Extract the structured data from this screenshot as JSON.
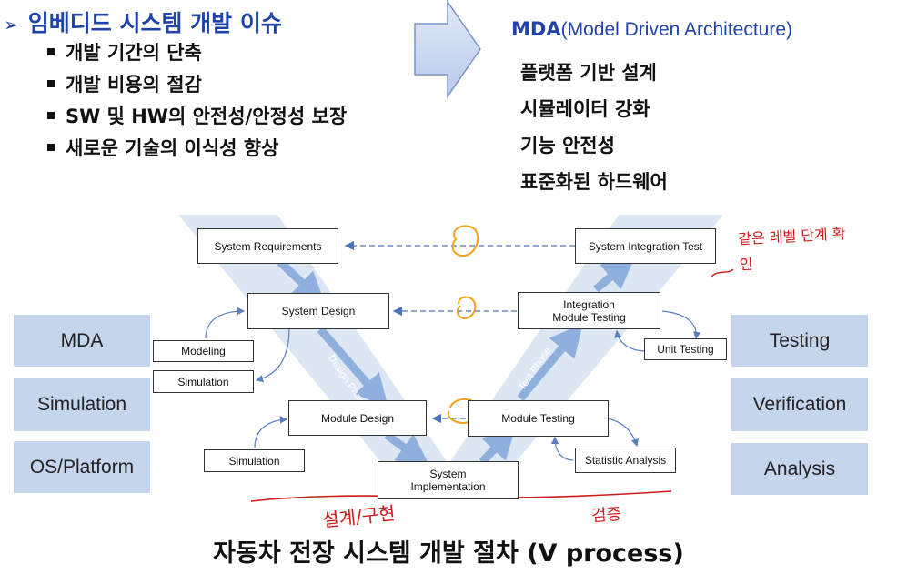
{
  "top_left": {
    "heading": "임베디드 시스템 개발 이슈",
    "bullets": [
      "개발 기간의 단축",
      "개발 비용의 절감",
      "SW 및 HW의 안전성/안정성 보장",
      "새로운 기술의 이식성 향상"
    ]
  },
  "top_right": {
    "mda_abbr": "MDA",
    "mda_full": "(Model Driven Architecture)",
    "features": [
      "플랫폼 기반 설계",
      "시뮬레이터 강화",
      "기능 안전성",
      "표준화된 하드웨어"
    ]
  },
  "left_boxes": [
    "MDA",
    "Simulation",
    "OS/Platform"
  ],
  "right_boxes": [
    "Testing",
    "Verification",
    "Analysis"
  ],
  "diagram": {
    "system_requirements": "System Requirements",
    "system_design": "System Design",
    "modeling": "Modeling",
    "simulation_upper": "Simulation",
    "module_design": "Module Design",
    "simulation_lower": "Simulation",
    "system_implementation": "System\nImplementation",
    "module_testing": "Module Testing",
    "statistic_analysis": "Statistic Analysis",
    "integration_module_testing": "Integration\nModule Testing",
    "unit_testing": "Unit Testing",
    "system_integration_test": "System Integration Test",
    "design_phase": "Design Phase",
    "test_phase": "Test Phase"
  },
  "annotations": {
    "right_note": "같은 레벨 단계 확인",
    "design_impl": "설계/구현",
    "verification": "검증"
  },
  "caption": "자동차 전장 시스템 개발 절차 (V process)",
  "colors": {
    "heading_blue": "#1f43a8",
    "side_box": "#c5d5ec",
    "v_shape": "#dde6f3",
    "flow_arrow": "#8fb0dc",
    "dashed_arrow": "#4a73b8",
    "orange_marks": "#f2a21b",
    "red_handwriting": "#d01a1a",
    "big_arrow": "#c8d6f0"
  },
  "icons": [
    "bullet-arrow-icon",
    "big-right-arrow-icon"
  ]
}
